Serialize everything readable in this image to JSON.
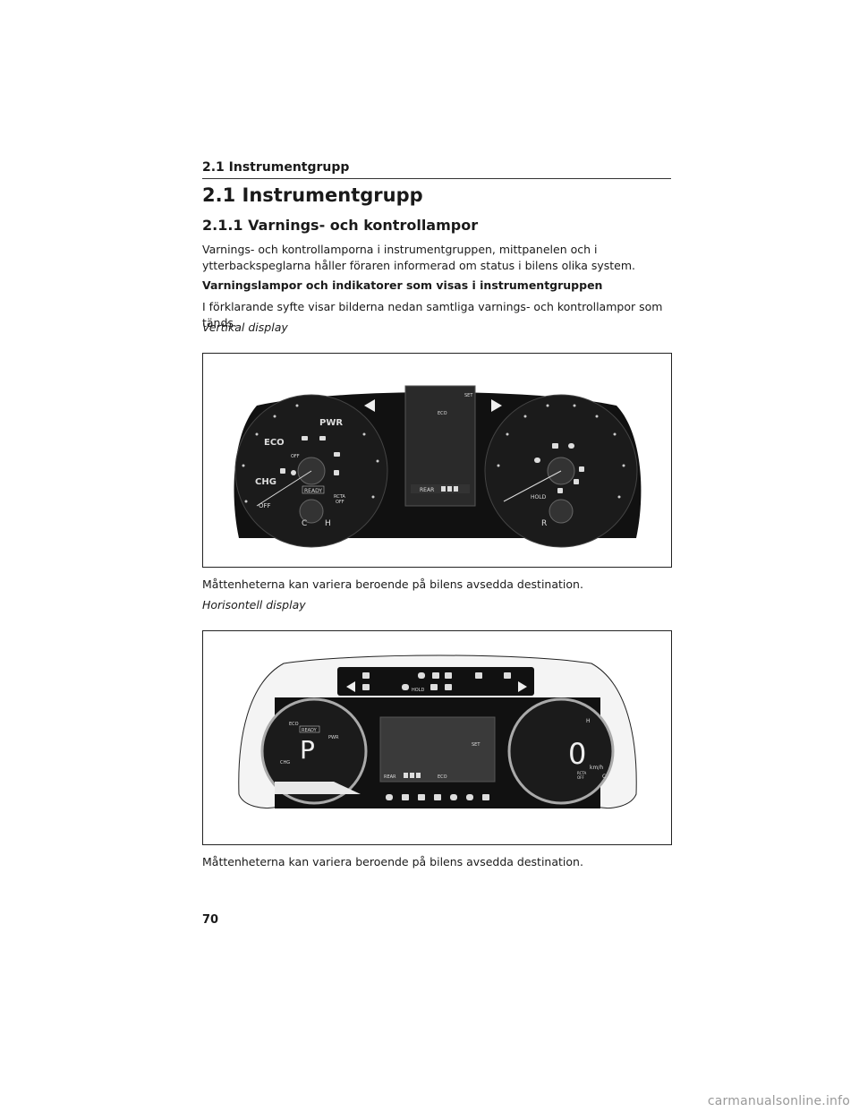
{
  "running_head": "2.1 Instrumentgrupp",
  "heading1": "2.1 Instrumentgrupp",
  "heading2": "2.1.1 Varnings- och kontrollampor",
  "intro": "Varnings- och kontrollamporna i instrumentgruppen, mittpanelen och i ytterbackspeglarna håller föraren informerad om status i bilens olika system.",
  "subheading": "Varningslampor och indikatorer som visas i instrumentgruppen",
  "explain": "I förklarande syfte visar bilderna nedan samtliga varnings- och kontrollampor som tänds.",
  "vertical_label": "Vertikal display",
  "vertical_caption": "Måttenheterna kan variera beroende på bilens avsedda destination.",
  "horizontal_label": "Horisontell display",
  "horizontal_caption": "Måttenheterna kan variera beroende på bilens avsedda destination.",
  "page_number": "70",
  "watermark": "carmanualsonline.info",
  "cluster_vertical": {
    "pwr": "PWR",
    "eco": "ECO",
    "chg": "CHG",
    "off": "OFF",
    "ready": "READY",
    "c": "C",
    "h": "H",
    "r": "R",
    "hold": "HOLD",
    "rcta": "RCTA",
    "rcta_off": "OFF",
    "rear": "REAR",
    "set": "SET",
    "eco_center": "ECO",
    "off_small": "OFF"
  },
  "cluster_horizontal": {
    "eco": "ECO",
    "ready": "READY",
    "pwr": "PWR",
    "p": "P",
    "chg": "CHG",
    "set": "SET",
    "rear": "REAR",
    "eco_center": "ECO",
    "hold": "HOLD",
    "speed": "0",
    "kmh": "km/h",
    "rcta": "RCTA",
    "off": "OFF",
    "h": "H",
    "c": "C"
  }
}
